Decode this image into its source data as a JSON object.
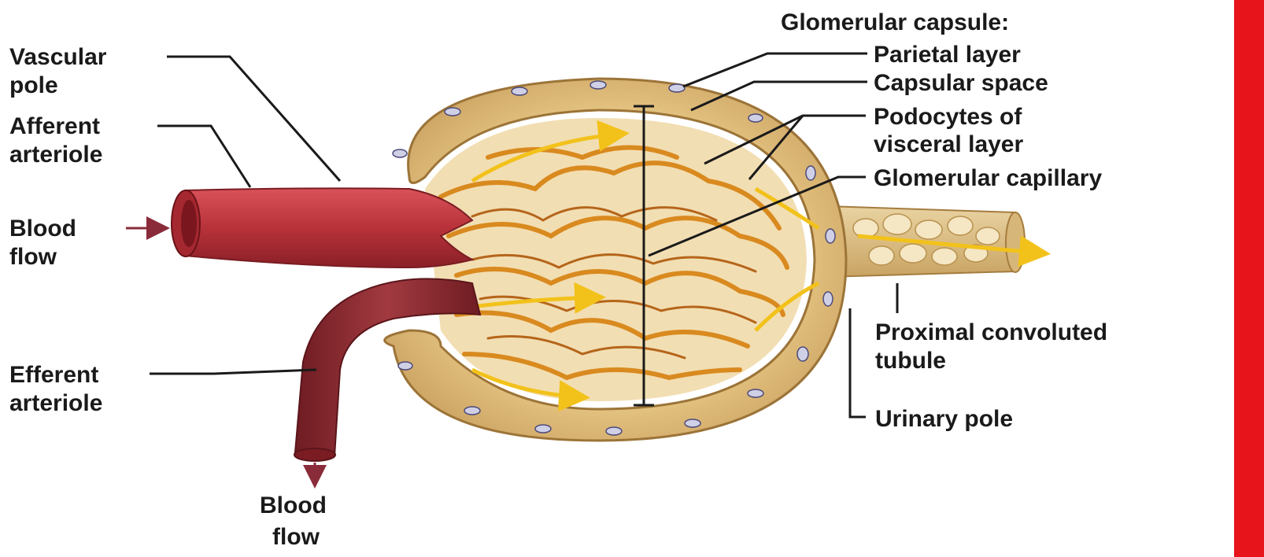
{
  "labels": {
    "glomerular_capsule": "Glomerular capsule:",
    "parietal_layer": "Parietal layer",
    "capsular_space": "Capsular space",
    "podocytes_line1": "Podocytes of",
    "podocytes_line2": "visceral layer",
    "glomerular_capillary": "Glomerular capillary",
    "vascular_pole_line1": "Vascular",
    "vascular_pole_line2": "pole",
    "afferent_line1": "Afferent",
    "afferent_line2": "arteriole",
    "blood_flow_in_line1": "Blood",
    "blood_flow_in_line2": "flow",
    "efferent_line1": "Efferent",
    "efferent_line2": "arteriole",
    "blood_flow_out_line1": "Blood",
    "blood_flow_out_line2": "flow",
    "proximal_line1": "Proximal convoluted",
    "proximal_line2": "tubule",
    "urinary_pole": "Urinary pole"
  },
  "colors": {
    "border_red": "#e8141b",
    "arteriole_red": "#b8323a",
    "efferent_red": "#8e2a2f",
    "capsule_tan": "#e6c98a",
    "capillary_orange": "#d98a1f",
    "flow_yellow": "#f2c21b",
    "arrow_maroon": "#8a2b3a"
  }
}
